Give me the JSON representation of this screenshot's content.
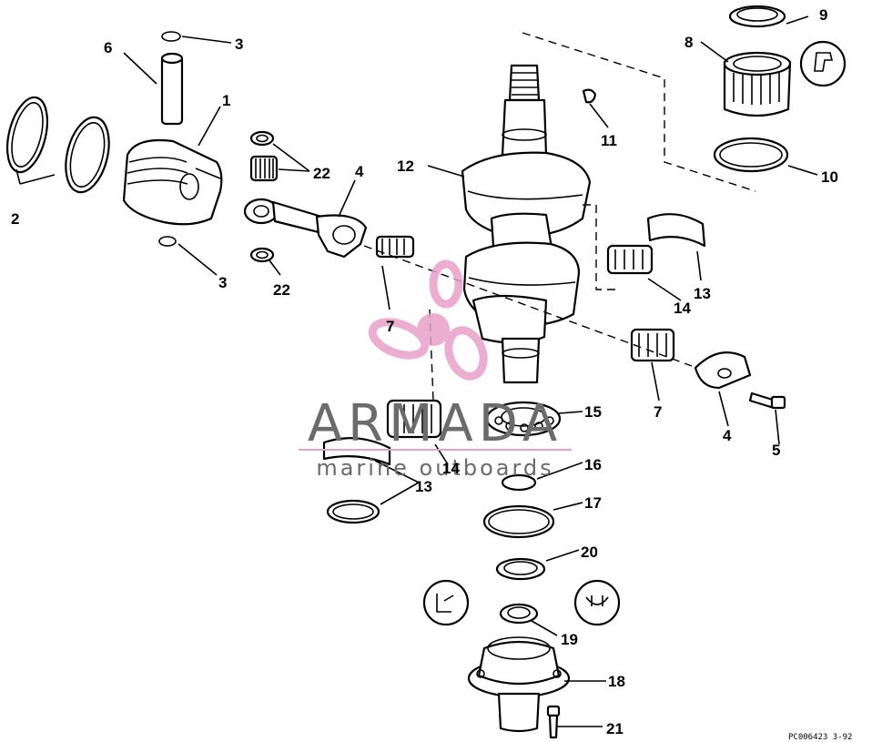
{
  "diagram": {
    "labels": {
      "l1": "1",
      "l2": "2",
      "l3a": "3",
      "l3b": "3",
      "l4a": "4",
      "l4b": "4",
      "l5": "5",
      "l6": "6",
      "l7a": "7",
      "l7b": "7",
      "l8": "8",
      "l9": "9",
      "l10": "10",
      "l11": "11",
      "l12": "12",
      "l13a": "13",
      "l13b": "13",
      "l14a": "14",
      "l14b": "14",
      "l15": "15",
      "l16": "16",
      "l17": "17",
      "l18": "18",
      "l19": "19",
      "l20": "20",
      "l21": "21",
      "l22a": "22",
      "l22b": "22"
    },
    "drawing_code": "PC006423 3-92"
  },
  "watermark": {
    "brand": "ARMADA",
    "tagline": "marine outboards",
    "brand_color": "#6b6b6b",
    "logo_color": "#e8a0c8"
  },
  "icons": [
    "propeller-logo-icon",
    "seal-lip-up-icon",
    "seal-lip-down-icon",
    "sealant-tube-icon"
  ]
}
